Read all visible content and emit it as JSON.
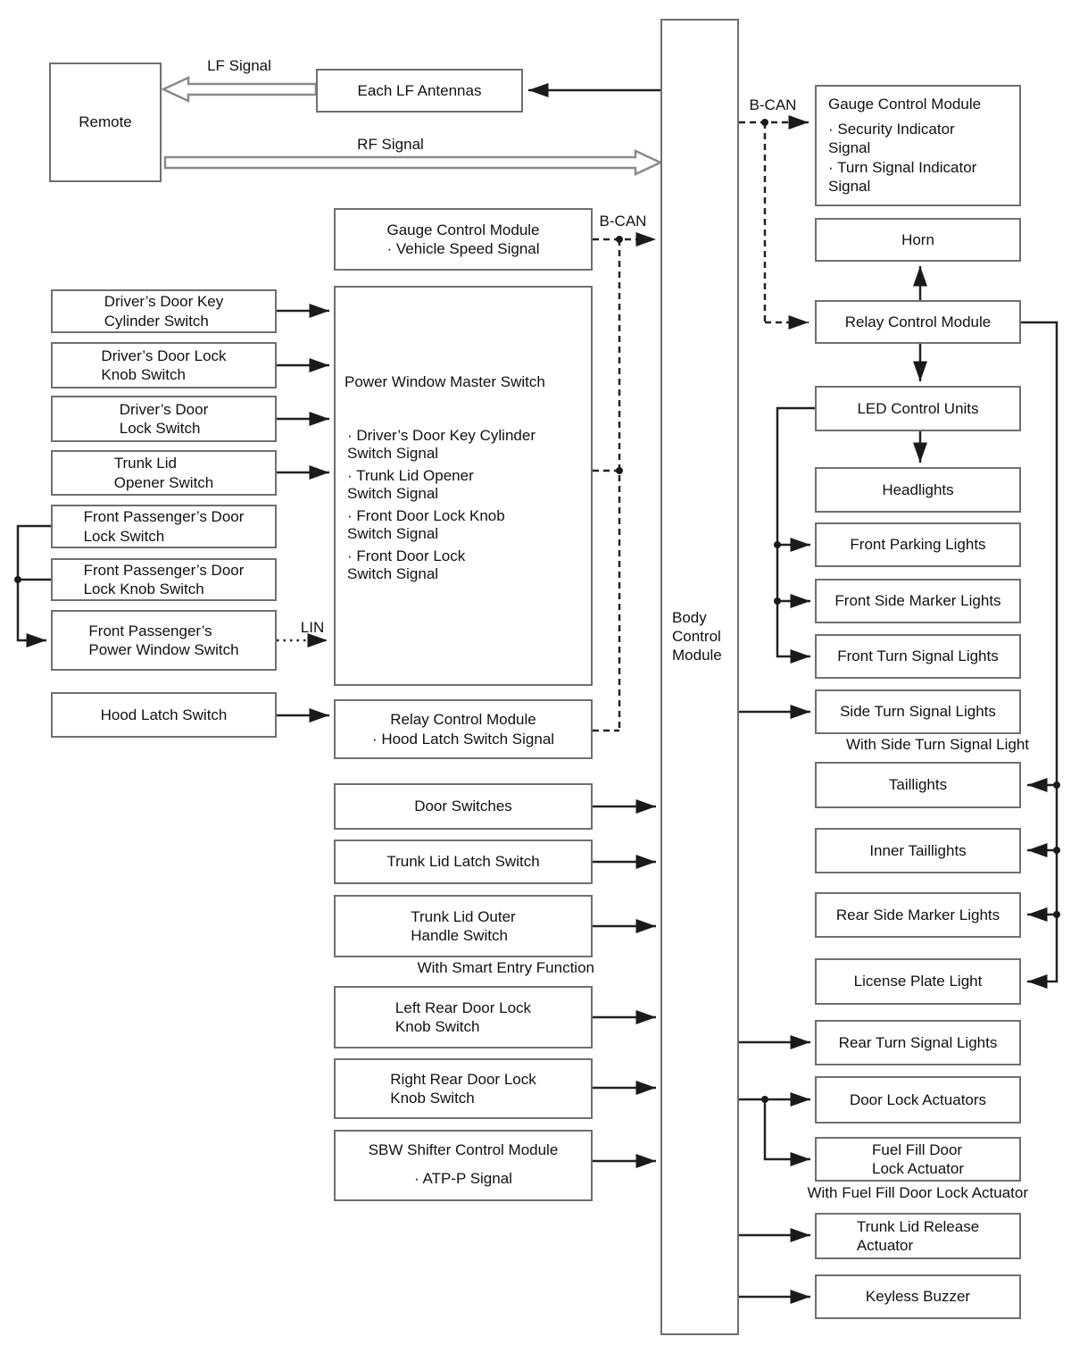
{
  "signals": {
    "lf": "LF Signal",
    "rf": "RF Signal",
    "b_can_left": "B-CAN",
    "b_can_right": "B-CAN",
    "lin": "LIN"
  },
  "bcm": {
    "label": "Body\nControl\nModule"
  },
  "left": {
    "remote": "Remote",
    "driver_key_cylinder": "Driver’s Door Key\nCylinder Switch",
    "driver_lock_knob": "Driver’s Door Lock\nKnob Switch",
    "driver_lock": "Driver’s Door\nLock Switch",
    "trunk_opener": "Trunk Lid\nOpener Switch",
    "fp_lock": "Front Passenger’s Door\nLock Switch",
    "fp_lock_knob": "Front Passenger’s Door\nLock Knob Switch",
    "fp_power_window": "Front Passenger’s\nPower Window Switch",
    "hood_latch": "Hood Latch Switch"
  },
  "middle": {
    "each_lf_antennas": "Each LF Antennas",
    "gcm_speed": "Gauge Control Module\n· Vehicle Speed Signal",
    "pwms": {
      "title": "Power Window Master Switch",
      "bullets": [
        "· Driver’s Door Key Cylinder\nSwitch Signal",
        "· Trunk Lid Opener\nSwitch Signal",
        "· Front Door Lock Knob\nSwitch Signal",
        "· Front Door Lock\nSwitch Signal"
      ]
    },
    "rcm_hood": "Relay Control Module\n· Hood Latch Switch Signal",
    "door_switches": "Door Switches",
    "trunk_lid_latch": "Trunk Lid Latch Switch",
    "trunk_lid_outer": "Trunk Lid Outer\nHandle Switch",
    "smart_entry_caption": "With Smart Entry Function",
    "left_rear_lock_knob": "Left Rear Door Lock\nKnob Switch",
    "right_rear_lock_knob": "Right Rear Door Lock\nKnob Switch",
    "sbw_title": "SBW Shifter Control Module",
    "sbw_bullet": "· ATP-P Signal"
  },
  "right": {
    "gcm_indicators_title": "Gauge Control Module",
    "gcm_indicators_bullets": "· Security Indicator\nSignal\n· Turn Signal Indicator\nSignal",
    "horn": "Horn",
    "relay_control_module": "Relay Control Module",
    "led_control_units": "LED Control Units",
    "headlights": "Headlights",
    "front_parking_lights": "Front Parking Lights",
    "front_side_marker_lights": "Front Side Marker Lights",
    "front_turn_signal_lights": "Front Turn Signal Lights",
    "side_turn_signal_lights": "Side Turn Signal Lights",
    "side_turn_caption": "With Side Turn Signal Light",
    "taillights": "Taillights",
    "inner_taillights": "Inner Taillights",
    "rear_side_marker_lights": "Rear Side Marker Lights",
    "license_plate_light": "License Plate Light",
    "rear_turn_signal_lights": "Rear Turn Signal Lights",
    "door_lock_actuators": "Door Lock Actuators",
    "fuel_fill_door_lock_actuator": "Fuel Fill Door\nLock Actuator",
    "fuel_fill_caption": "With Fuel Fill Door Lock Actuator",
    "trunk_lid_release_actuator": "Trunk Lid Release\nActuator",
    "keyless_buzzer": "Keyless Buzzer"
  },
  "colors": {
    "wire": "#222222",
    "border": "#6f6f6f",
    "hollow_arrow_stroke": "#8a8a8a"
  }
}
